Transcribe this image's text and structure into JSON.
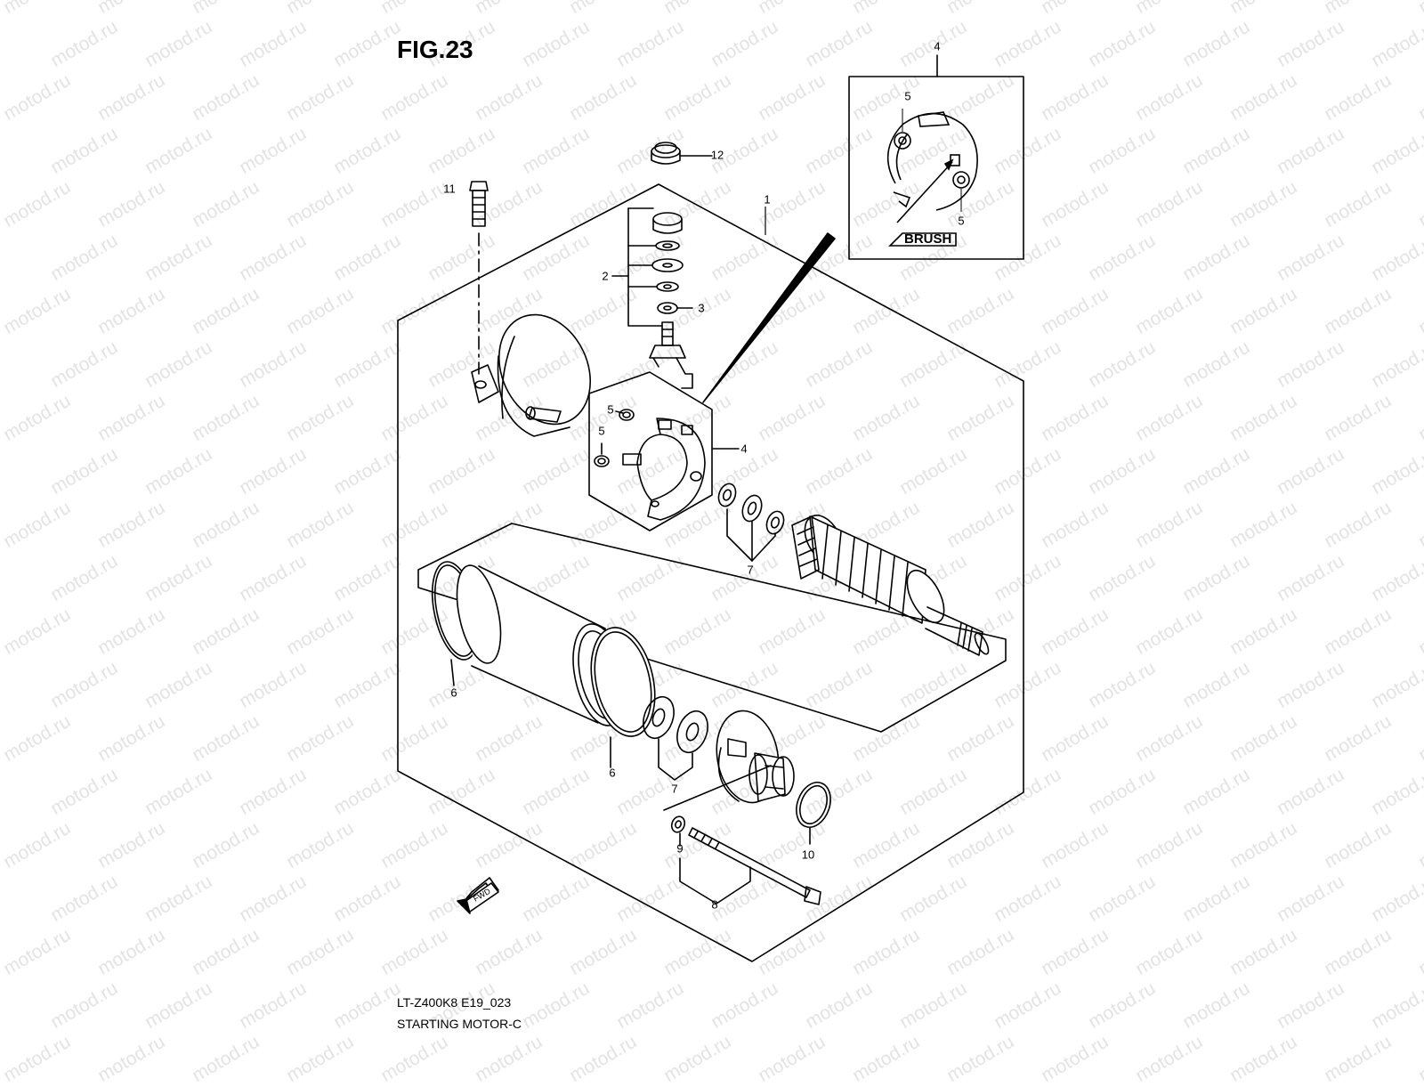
{
  "figure": {
    "title": "FIG.23",
    "model_code": "LT-Z400K8 E19_023",
    "name": "STARTING MOTOR-C"
  },
  "watermark": {
    "text": "motod.ru"
  },
  "inset": {
    "label": "BRUSH",
    "callout_number": "4",
    "brush_callouts": [
      "5",
      "5"
    ]
  },
  "fwd_label": "FWD",
  "callouts": [
    {
      "id": "c1",
      "text": "1"
    },
    {
      "id": "c2",
      "text": "2"
    },
    {
      "id": "c3",
      "text": "3"
    },
    {
      "id": "c4",
      "text": "4"
    },
    {
      "id": "c5a",
      "text": "5"
    },
    {
      "id": "c5b",
      "text": "5"
    },
    {
      "id": "c6a",
      "text": "6"
    },
    {
      "id": "c6b",
      "text": "6"
    },
    {
      "id": "c7a",
      "text": "7"
    },
    {
      "id": "c7b",
      "text": "7"
    },
    {
      "id": "c8",
      "text": "8"
    },
    {
      "id": "c9",
      "text": "9"
    },
    {
      "id": "c10",
      "text": "10"
    },
    {
      "id": "c11",
      "text": "11"
    },
    {
      "id": "c12",
      "text": "12"
    }
  ]
}
